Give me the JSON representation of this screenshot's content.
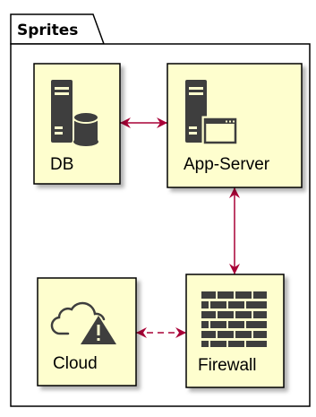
{
  "package": {
    "title": "Sprites"
  },
  "colors": {
    "node_fill": "#FEFECE",
    "node_stroke": "#000000",
    "icon": "#3E3E3E",
    "arrow": "#A80036",
    "package_stroke": "#000000"
  },
  "nodes": [
    {
      "id": "db",
      "label": "DB",
      "icon": "server-database-icon"
    },
    {
      "id": "app",
      "label": "App-Server",
      "icon": "server-application-icon"
    },
    {
      "id": "cloud",
      "label": "Cloud",
      "icon": "cloud-warning-icon"
    },
    {
      "id": "firewall",
      "label": "Firewall",
      "icon": "firewall-icon"
    }
  ],
  "edges": [
    {
      "from": "db",
      "to": "app",
      "style": "solid",
      "arrows": "both"
    },
    {
      "from": "app",
      "to": "firewall",
      "style": "solid",
      "arrows": "both"
    },
    {
      "from": "cloud",
      "to": "firewall",
      "style": "dashed",
      "arrows": "both"
    }
  ]
}
